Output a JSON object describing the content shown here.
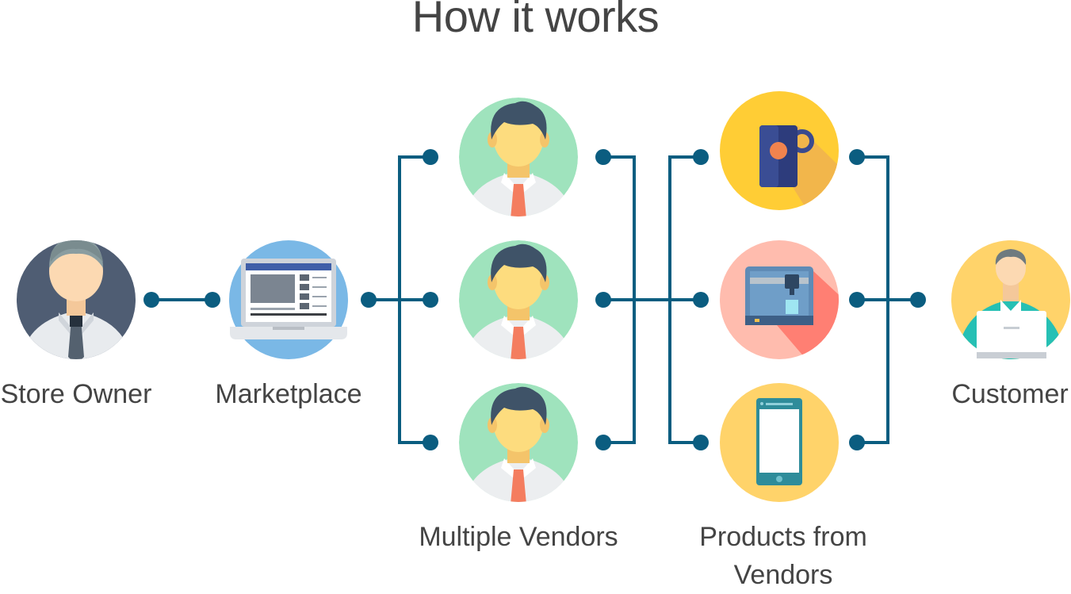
{
  "title": "How it works",
  "labels": {
    "store_owner": "Store Owner",
    "marketplace": "Marketplace",
    "multiple_vendors": "Multiple Vendors",
    "products_line1": "Products from",
    "products_line2": "Vendors",
    "customer": "Customer"
  },
  "icons": {
    "store_owner": "store-owner-avatar-icon",
    "marketplace": "laptop-marketplace-icon",
    "vendor": "vendor-avatar-icon",
    "product_mug": "mug-icon",
    "product_printer": "3d-printer-icon",
    "product_phone": "smartphone-icon",
    "customer": "customer-laptop-icon"
  },
  "colors": {
    "connector": "#0b5d80",
    "text": "#444444",
    "store_owner_bg": "#4f5d73",
    "marketplace_bg": "#7ab8e6",
    "vendor_bg": "#9fe3bd",
    "mug_bg": "#ffcd35",
    "printer_bg": "#ffbcae",
    "phone_bg": "#ffd36a",
    "customer_bg": "#ffd36a"
  }
}
